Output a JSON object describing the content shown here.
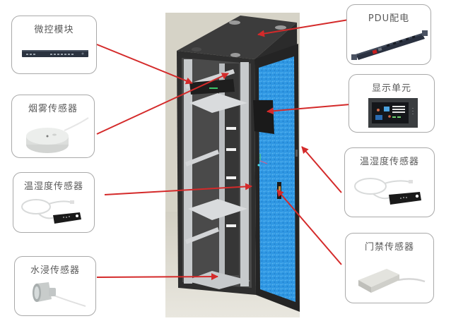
{
  "diagram": {
    "subject": "机柜监控系统组成示意",
    "center_object": "cabinet-3d-render",
    "arrow_color": "#d42a2a",
    "cards": [
      {
        "id": "micro-control-module",
        "title": "微控模块",
        "side": "left",
        "image": "rack-switch-icon"
      },
      {
        "id": "smoke-sensor",
        "title": "烟雾传感器",
        "side": "left",
        "image": "smoke-detector-icon"
      },
      {
        "id": "temp-humidity-sensor-left",
        "title": "温湿度传感器",
        "side": "left",
        "image": "temp-humidity-probe-icon"
      },
      {
        "id": "water-leak-sensor",
        "title": "水浸传感器",
        "side": "left",
        "image": "water-leak-probe-icon"
      },
      {
        "id": "pdu",
        "title": "PDU配电",
        "side": "right",
        "image": "power-strip-icon"
      },
      {
        "id": "display-unit",
        "title": "显示单元",
        "side": "right",
        "image": "touch-panel-icon"
      },
      {
        "id": "temp-humidity-sensor-right",
        "title": "温湿度传感器",
        "side": "right",
        "image": "temp-humidity-probe-icon"
      },
      {
        "id": "door-access-sensor",
        "title": "门禁传感器",
        "side": "right",
        "image": "door-contact-sensor-icon"
      }
    ]
  }
}
